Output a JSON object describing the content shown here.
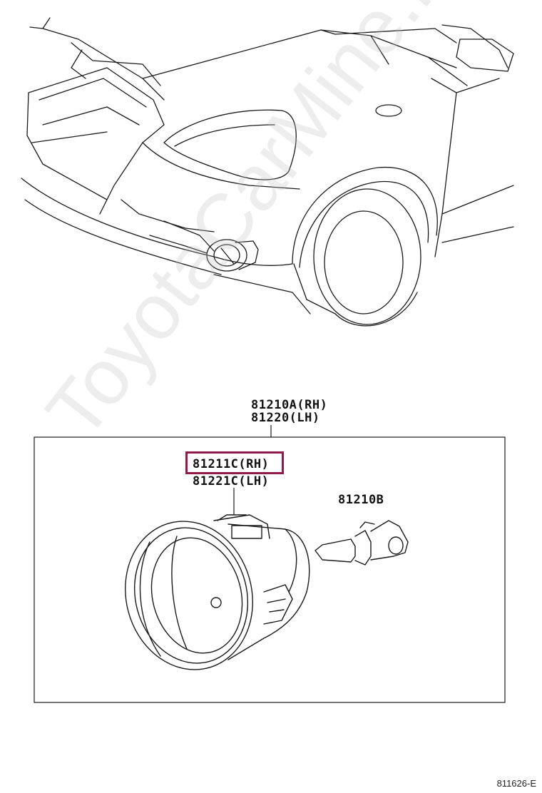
{
  "watermark": "ToyotaCarMine.ru",
  "parts": {
    "assembly_rh": "81210A(RH)",
    "assembly_lh": "81220(LH)",
    "lens_rh": "81211C(RH)",
    "lens_lh": "81221C(LH)",
    "bulb": "81210B"
  },
  "highlighted_part": "81211C(RH)",
  "drawing_code": "811626-E",
  "colors": {
    "highlight": "#8e1b49",
    "line": "#1a1a1a",
    "watermark": "#bebebe"
  },
  "icons": [
    "car-front-icon",
    "fog-lamp-icon",
    "bulb-icon"
  ]
}
